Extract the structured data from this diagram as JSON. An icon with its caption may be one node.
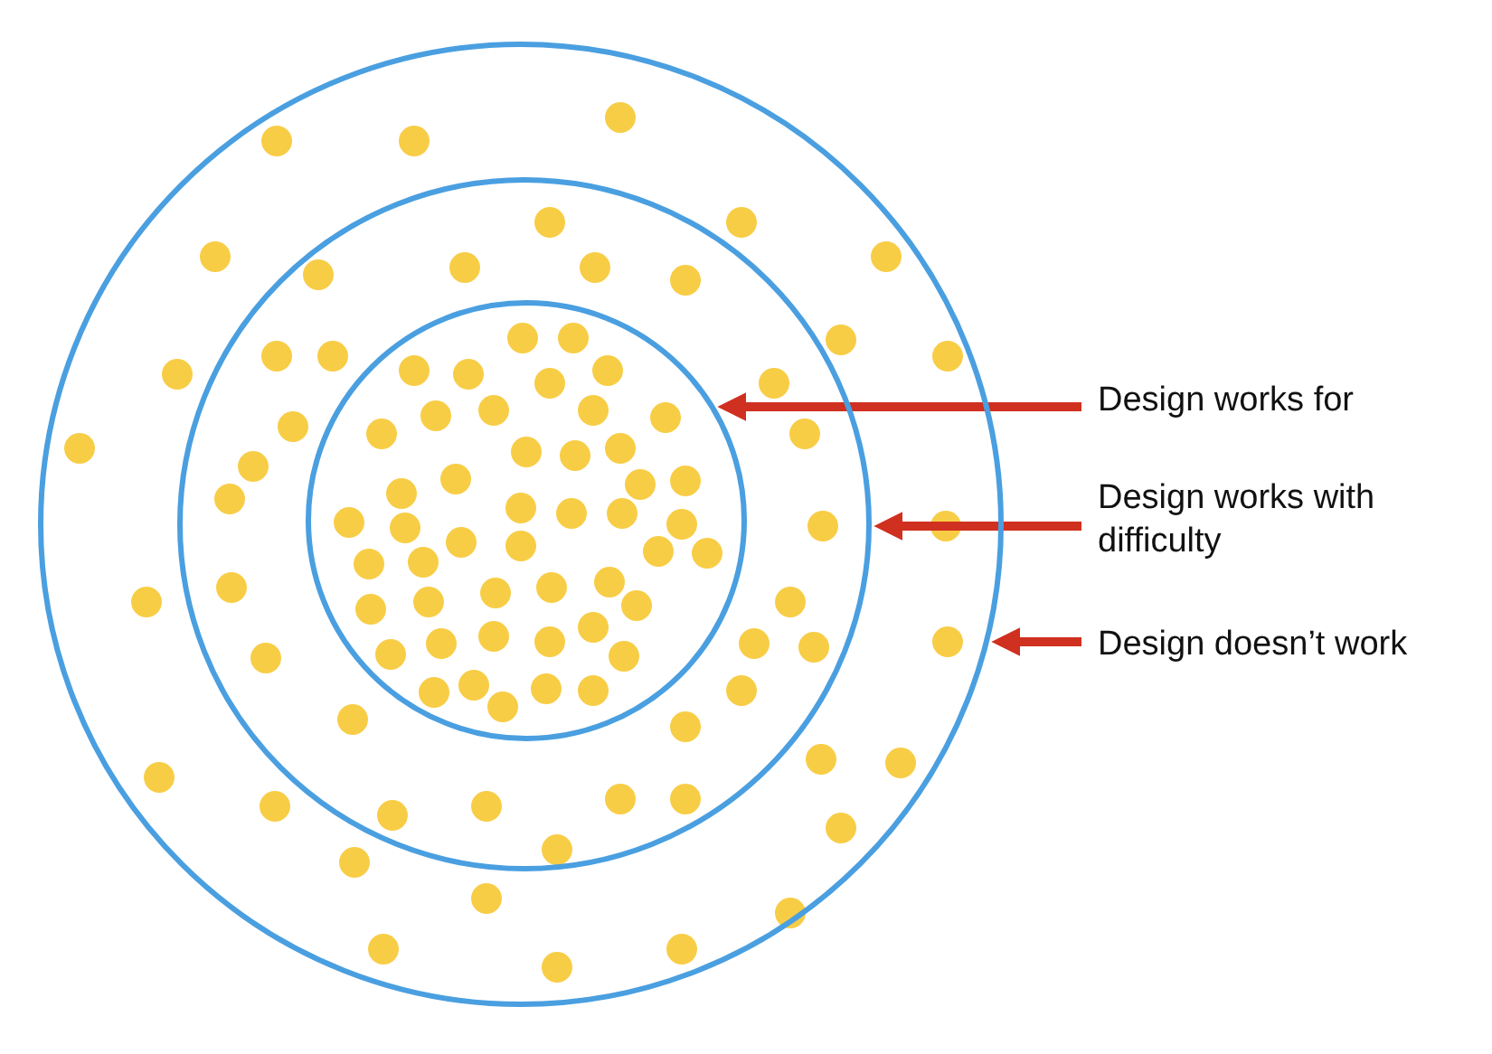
{
  "diagram": {
    "nodes": [
      {
        "text": [],
        "shape": "circle"
      },
      {
        "text": [],
        "shape": "circle",
        "in": 0
      },
      {
        "text": [],
        "shape": "circle",
        "in": 1
      },
      {
        "text": [
          "Design works for"
        ]
      },
      {
        "text": [
          "Design works with difficulty"
        ]
      },
      {
        "text": [
          "Design doesn’t work"
        ]
      }
    ],
    "edges": [
      {
        "from": 3,
        "to": 2,
        "arrow": "to"
      },
      {
        "from": 4,
        "to": 1,
        "arrow": "to"
      },
      {
        "from": 5,
        "to": 0,
        "arrow": "to"
      }
    ]
  }
}
